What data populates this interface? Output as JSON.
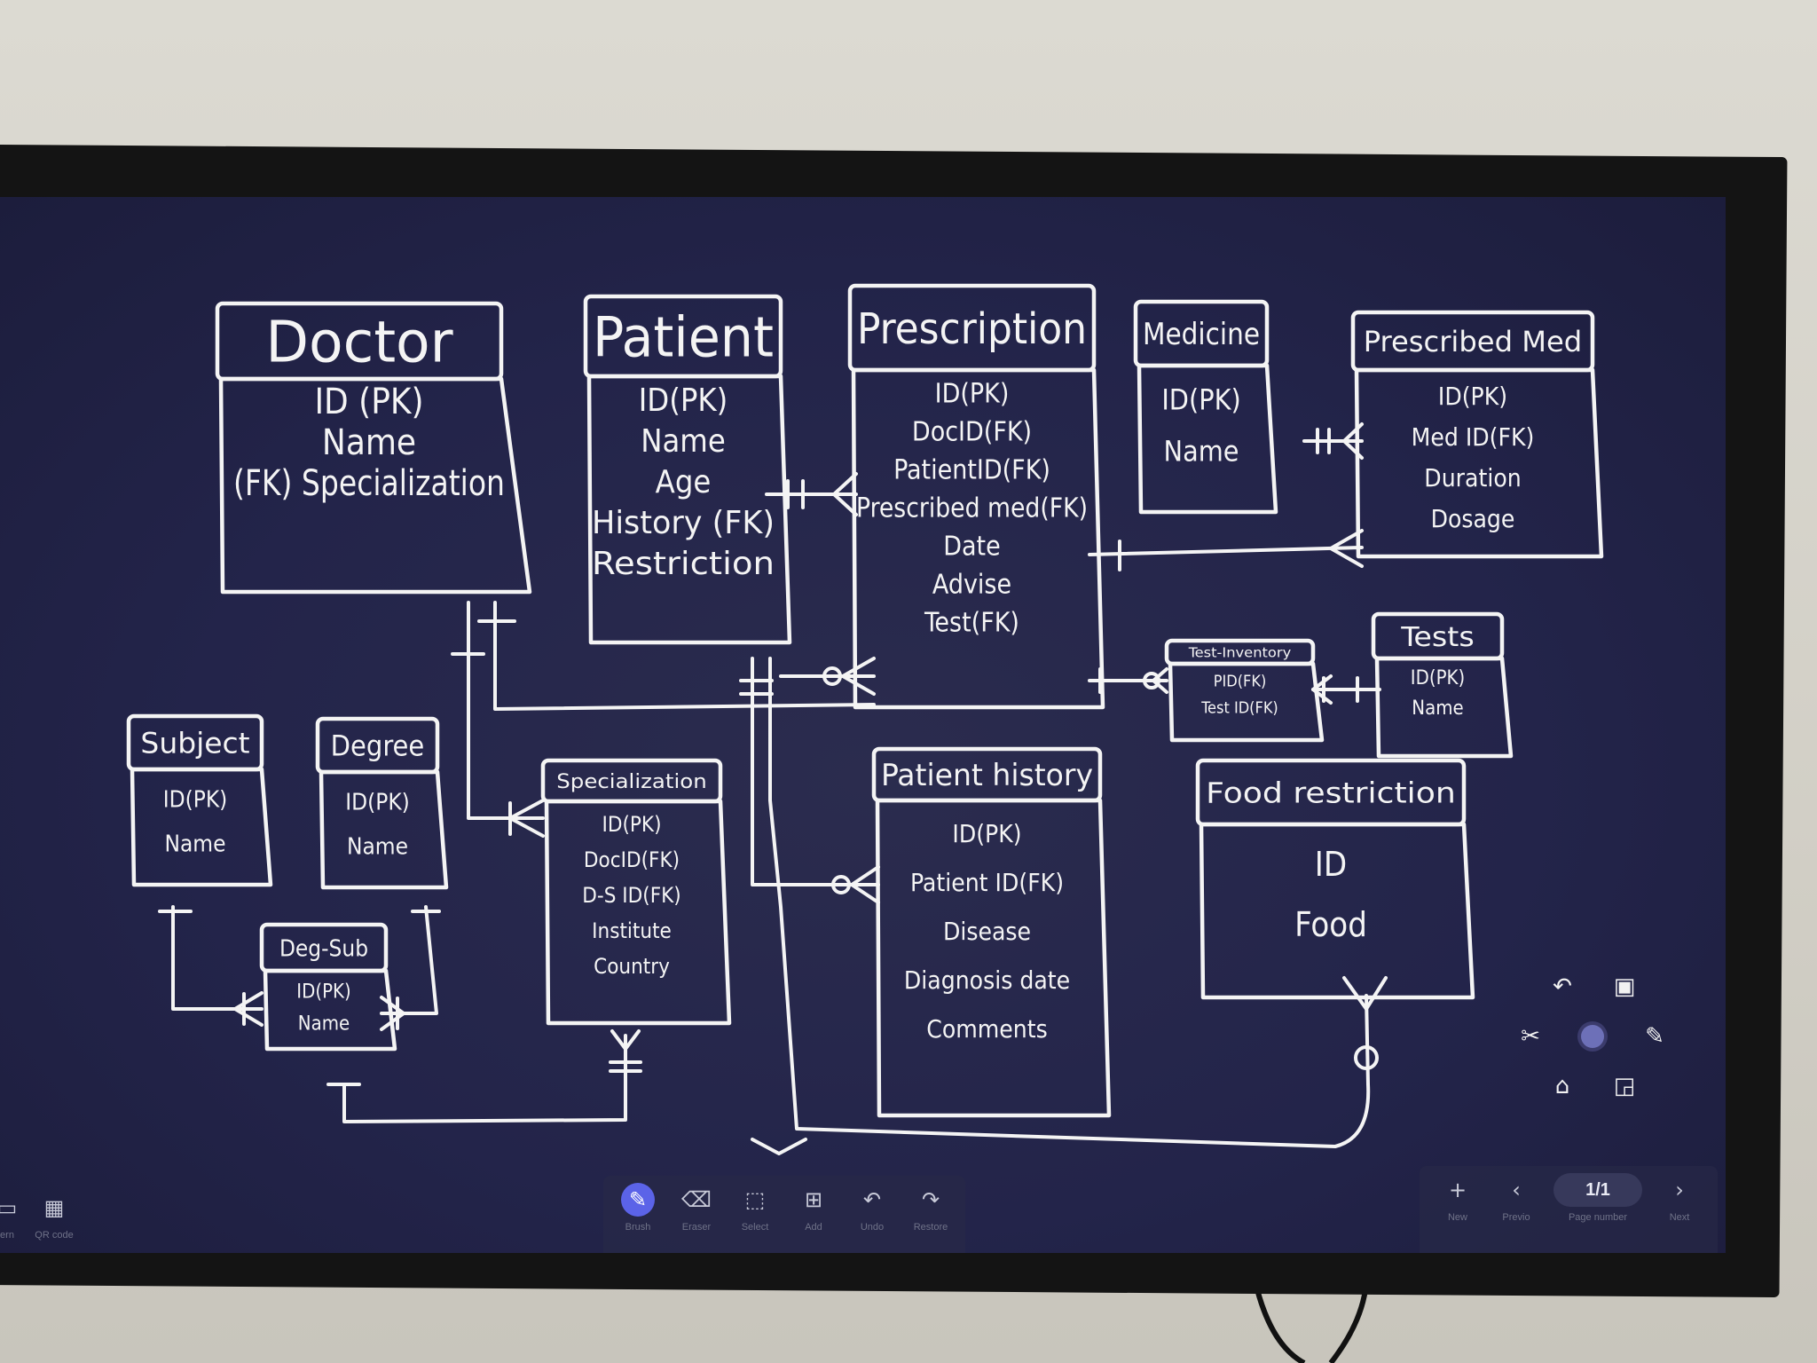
{
  "entities": {
    "doctor": {
      "title": "Doctor",
      "attrs": [
        "ID (PK)",
        "Name",
        "(FK) Specialization"
      ]
    },
    "patient": {
      "title": "Patient",
      "attrs": [
        "ID(PK)",
        "Name",
        "Age",
        "History (FK)",
        "Restriction"
      ]
    },
    "prescription": {
      "title": "Prescription",
      "attrs": [
        "ID(PK)",
        "DocID(FK)",
        "PatientID(FK)",
        "Prescribed med(FK)",
        "Date",
        "Advise",
        "Test(FK)"
      ]
    },
    "medicine": {
      "title": "Medicine",
      "attrs": [
        "ID(PK)",
        "Name"
      ]
    },
    "prescribed_med": {
      "title": "Prescribed Med",
      "attrs": [
        "ID(PK)",
        "Med ID(FK)",
        "Duration",
        "Dosage"
      ]
    },
    "test_inventory": {
      "title": "Test-Inventory",
      "attrs": [
        "PID(FK)",
        "Test ID(FK)"
      ]
    },
    "tests": {
      "title": "Tests",
      "attrs": [
        "ID(PK)",
        "Name"
      ]
    },
    "subject": {
      "title": "Subject",
      "attrs": [
        "ID(PK)",
        "Name"
      ]
    },
    "degree": {
      "title": "Degree",
      "attrs": [
        "ID(PK)",
        "Name"
      ]
    },
    "deg_sub": {
      "title": "Deg-Sub",
      "attrs": [
        "ID(PK)",
        "Name"
      ]
    },
    "specialization": {
      "title": "Specialization",
      "attrs": [
        "ID(PK)",
        "DocID(FK)",
        "D-S ID(FK)",
        "Institute",
        "Country"
      ]
    },
    "patient_history": {
      "title": "Patient history",
      "attrs": [
        "ID(PK)",
        "Patient ID(FK)",
        "Disease",
        "Diagnosis date",
        "Comments"
      ]
    },
    "food_restriction": {
      "title": "Food restriction",
      "attrs": [
        "ID",
        "Food"
      ]
    }
  },
  "main_toolbar": {
    "tools": [
      {
        "label": "Brush",
        "icon": "pen-icon",
        "glyph": "✎",
        "active": true
      },
      {
        "label": "Eraser",
        "icon": "eraser-icon",
        "glyph": "⌫",
        "active": false
      },
      {
        "label": "Select",
        "icon": "select-icon",
        "glyph": "⬚",
        "active": false
      },
      {
        "label": "Add",
        "icon": "add-icon",
        "glyph": "⊞",
        "active": false
      },
      {
        "label": "Undo",
        "icon": "undo-icon",
        "glyph": "↶",
        "active": false
      },
      {
        "label": "Restore",
        "icon": "redo-icon",
        "glyph": "↷",
        "active": false
      }
    ]
  },
  "left_toolbar": {
    "tools": [
      {
        "label": "ern",
        "icon": "screen-icon",
        "glyph": "▭"
      },
      {
        "label": "QR code",
        "icon": "qr-code-icon",
        "glyph": "▦"
      }
    ]
  },
  "page_nav": {
    "new_label": "New",
    "prev_label": "Previo",
    "page_number_label": "Page number",
    "next_label": "Next",
    "page_value": "1/1"
  },
  "radial_menu": [
    "undo-arrow-icon",
    "briefcase-icon",
    "scissors-icon",
    "center-dot-icon",
    "pen-icon",
    "home-icon",
    "layers-icon"
  ],
  "colors": {
    "board": "#23244a",
    "chalk": "#f4f4f4",
    "accent": "#5b63e8"
  }
}
